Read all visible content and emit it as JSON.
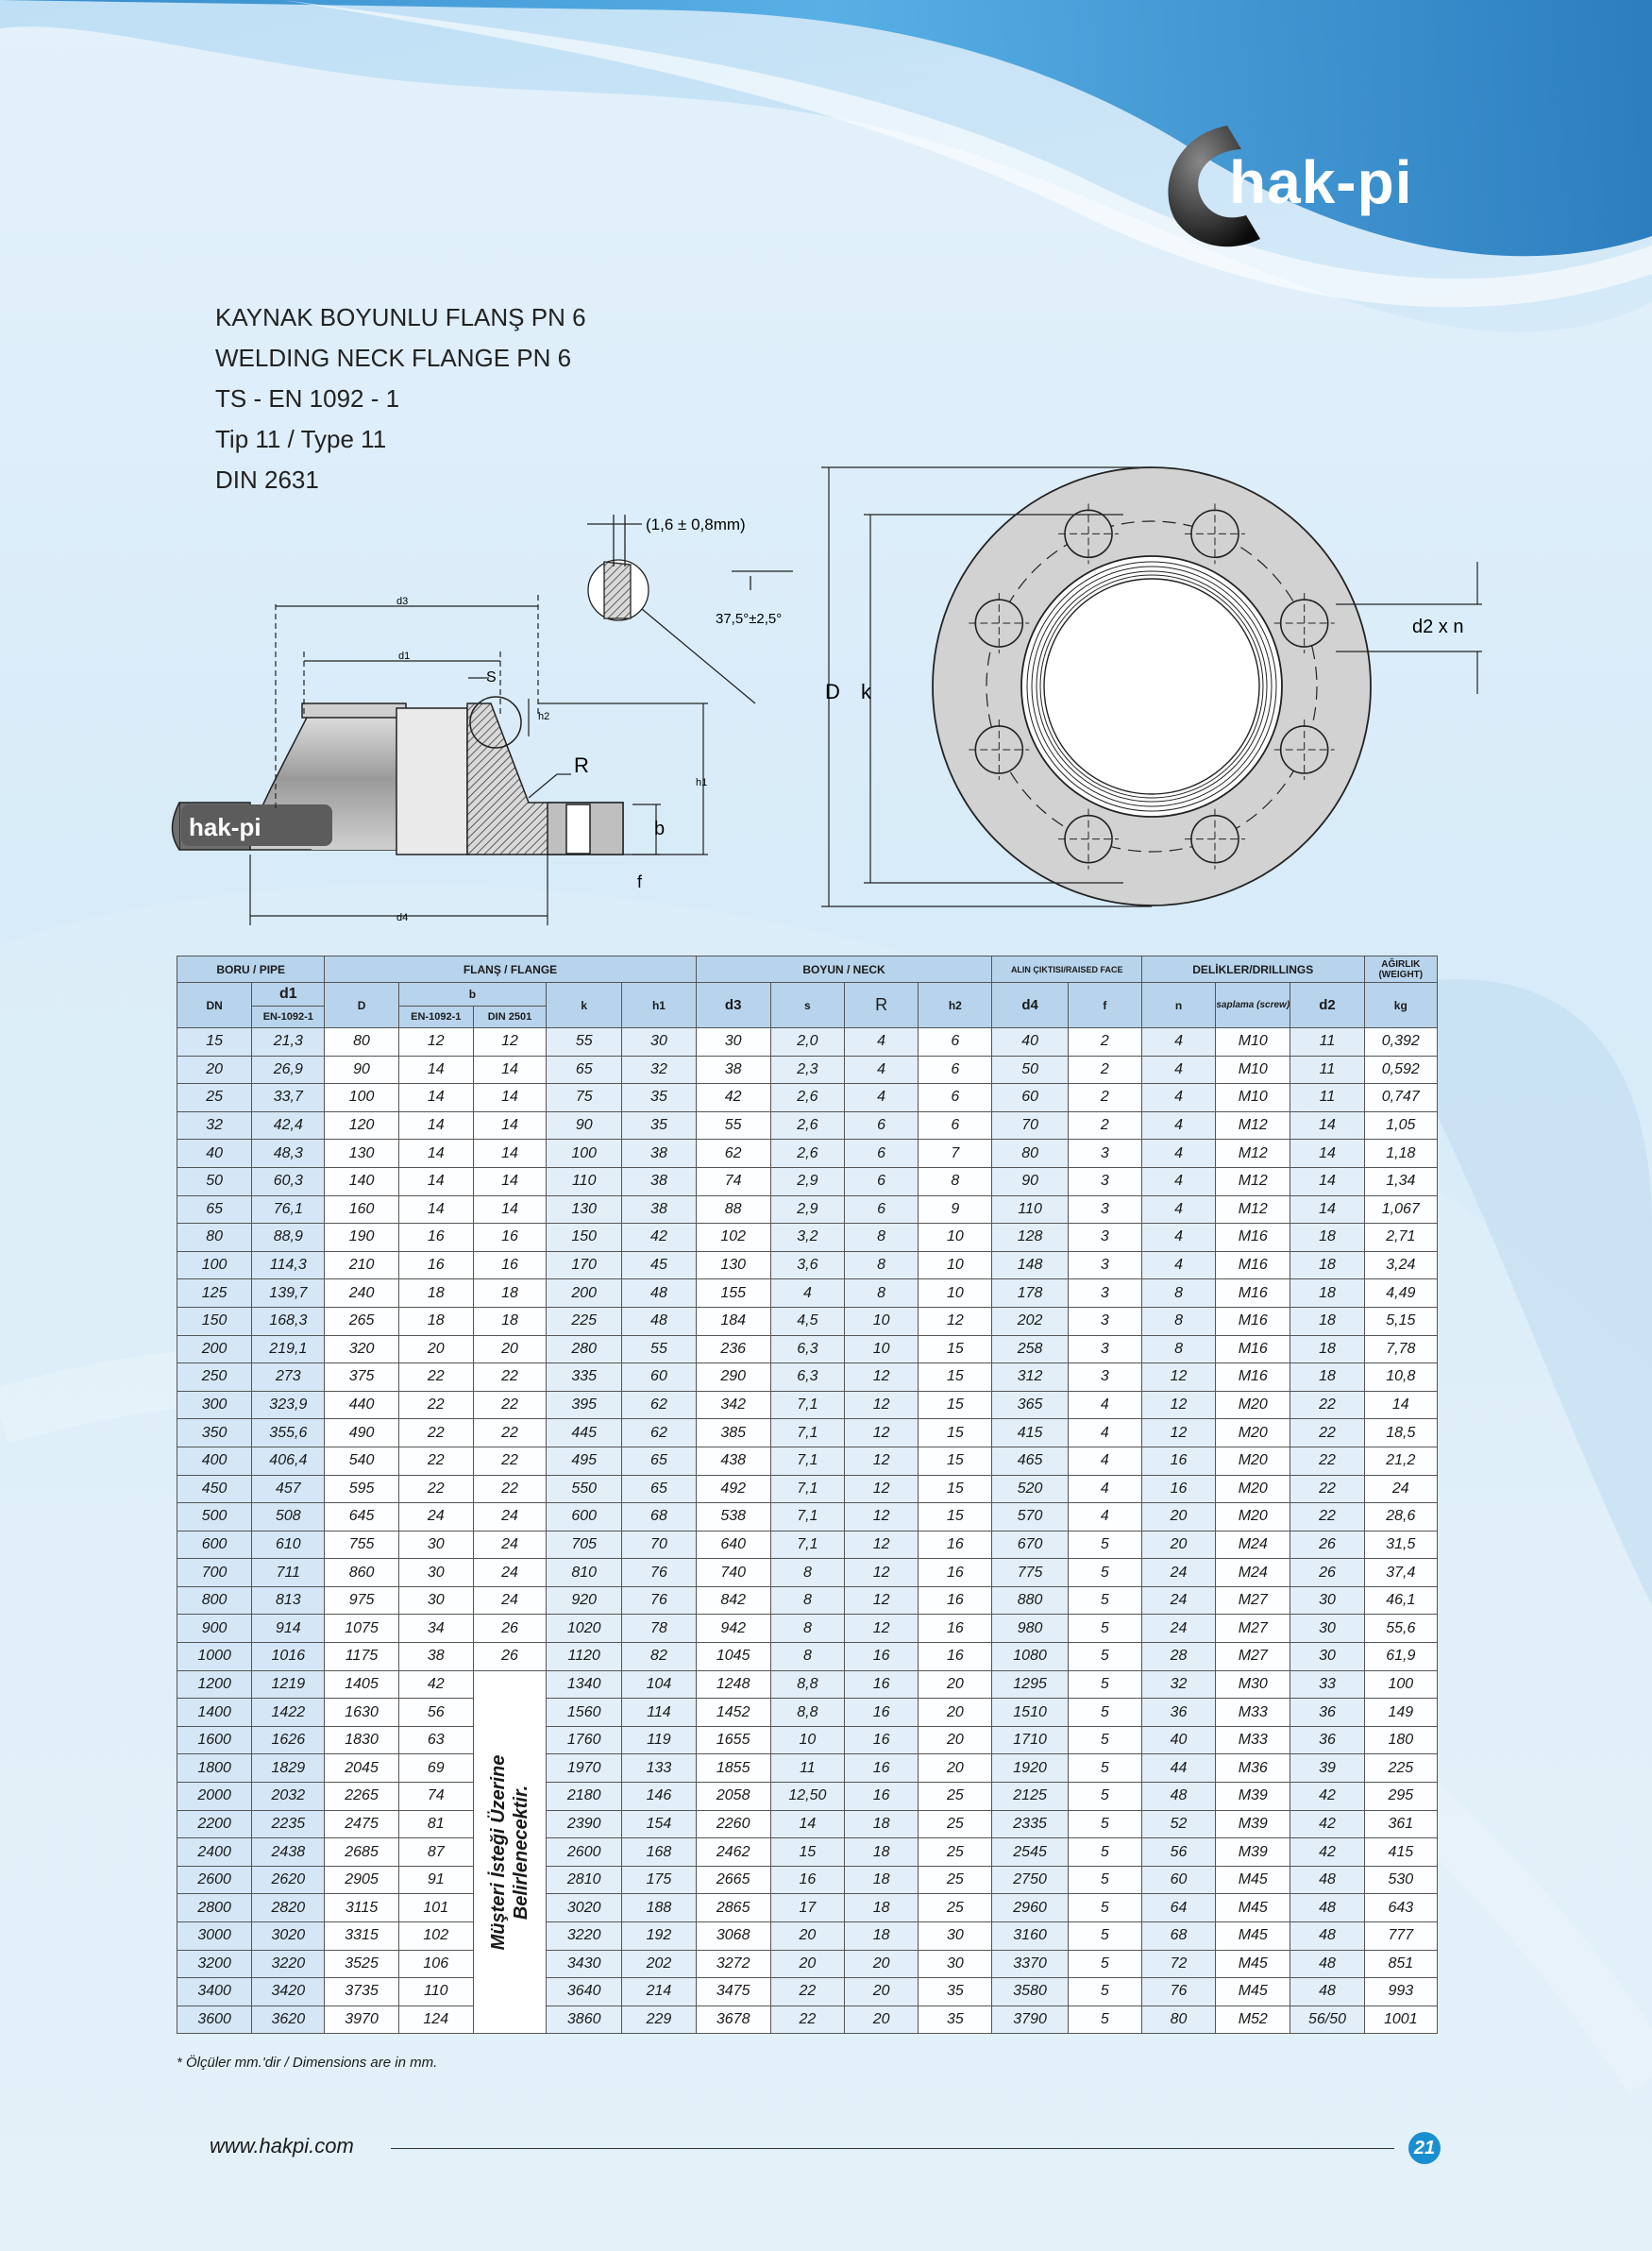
{
  "brand": {
    "name": "hak-pi",
    "colors": {
      "blue": "#1a8fd0",
      "table_header": "#b8d4ec"
    }
  },
  "titles": [
    "KAYNAK BOYUNLU FLANŞ PN 6",
    "WELDING NECK FLANGE PN 6",
    "TS - EN 1092 - 1",
    "Tip 11 / Type 11",
    "DIN 2631"
  ],
  "drawing_labels": {
    "tolerance": "(1,6 ± 0,8mm)",
    "angle": "37,5°±2,5°",
    "d3": "d3",
    "d1": "d1",
    "s": "S",
    "h2": "h2",
    "R": "R",
    "h1": "h1",
    "b": "b",
    "f": "f",
    "d4": "d4",
    "D": "D",
    "k": "k",
    "d2xn": "d2 x n",
    "badge": "hak-pi"
  },
  "table": {
    "group_headers": {
      "pipe": "BORU / PIPE",
      "flange": "FLANŞ / FLANGE",
      "neck": "BOYUN / NECK",
      "raised_face": "ALIN ÇIKTISI/RAISED FACE",
      "drillings": "DELİKLER/DRILLINGS",
      "weight": "AĞIRLIK (WEIGHT)"
    },
    "col_headers": {
      "DN": "DN",
      "d1": "d1",
      "d1_std": "EN-1092-1",
      "D": "D",
      "b": "b",
      "b_en": "EN-1092-1",
      "b_din": "DIN 2501",
      "k": "k",
      "h1": "h1",
      "d3": "d3",
      "s": "s",
      "R": "R",
      "h2": "h2",
      "d4": "d4",
      "f": "f",
      "n": "n",
      "screw": "saplama (screw)",
      "d2": "d2",
      "kg": "kg"
    },
    "merged_note": "Müşteri İsteği Üzerine Belirlenecektir.",
    "rows": [
      [
        "15",
        "21,3",
        "80",
        "12",
        "12",
        "55",
        "30",
        "30",
        "2,0",
        "4",
        "6",
        "40",
        "2",
        "4",
        "M10",
        "11",
        "0,392"
      ],
      [
        "20",
        "26,9",
        "90",
        "14",
        "14",
        "65",
        "32",
        "38",
        "2,3",
        "4",
        "6",
        "50",
        "2",
        "4",
        "M10",
        "11",
        "0,592"
      ],
      [
        "25",
        "33,7",
        "100",
        "14",
        "14",
        "75",
        "35",
        "42",
        "2,6",
        "4",
        "6",
        "60",
        "2",
        "4",
        "M10",
        "11",
        "0,747"
      ],
      [
        "32",
        "42,4",
        "120",
        "14",
        "14",
        "90",
        "35",
        "55",
        "2,6",
        "6",
        "6",
        "70",
        "2",
        "4",
        "M12",
        "14",
        "1,05"
      ],
      [
        "40",
        "48,3",
        "130",
        "14",
        "14",
        "100",
        "38",
        "62",
        "2,6",
        "6",
        "7",
        "80",
        "3",
        "4",
        "M12",
        "14",
        "1,18"
      ],
      [
        "50",
        "60,3",
        "140",
        "14",
        "14",
        "110",
        "38",
        "74",
        "2,9",
        "6",
        "8",
        "90",
        "3",
        "4",
        "M12",
        "14",
        "1,34"
      ],
      [
        "65",
        "76,1",
        "160",
        "14",
        "14",
        "130",
        "38",
        "88",
        "2,9",
        "6",
        "9",
        "110",
        "3",
        "4",
        "M12",
        "14",
        "1,067"
      ],
      [
        "80",
        "88,9",
        "190",
        "16",
        "16",
        "150",
        "42",
        "102",
        "3,2",
        "8",
        "10",
        "128",
        "3",
        "4",
        "M16",
        "18",
        "2,71"
      ],
      [
        "100",
        "114,3",
        "210",
        "16",
        "16",
        "170",
        "45",
        "130",
        "3,6",
        "8",
        "10",
        "148",
        "3",
        "4",
        "M16",
        "18",
        "3,24"
      ],
      [
        "125",
        "139,7",
        "240",
        "18",
        "18",
        "200",
        "48",
        "155",
        "4",
        "8",
        "10",
        "178",
        "3",
        "8",
        "M16",
        "18",
        "4,49"
      ],
      [
        "150",
        "168,3",
        "265",
        "18",
        "18",
        "225",
        "48",
        "184",
        "4,5",
        "10",
        "12",
        "202",
        "3",
        "8",
        "M16",
        "18",
        "5,15"
      ],
      [
        "200",
        "219,1",
        "320",
        "20",
        "20",
        "280",
        "55",
        "236",
        "6,3",
        "10",
        "15",
        "258",
        "3",
        "8",
        "M16",
        "18",
        "7,78"
      ],
      [
        "250",
        "273",
        "375",
        "22",
        "22",
        "335",
        "60",
        "290",
        "6,3",
        "12",
        "15",
        "312",
        "3",
        "12",
        "M16",
        "18",
        "10,8"
      ],
      [
        "300",
        "323,9",
        "440",
        "22",
        "22",
        "395",
        "62",
        "342",
        "7,1",
        "12",
        "15",
        "365",
        "4",
        "12",
        "M20",
        "22",
        "14"
      ],
      [
        "350",
        "355,6",
        "490",
        "22",
        "22",
        "445",
        "62",
        "385",
        "7,1",
        "12",
        "15",
        "415",
        "4",
        "12",
        "M20",
        "22",
        "18,5"
      ],
      [
        "400",
        "406,4",
        "540",
        "22",
        "22",
        "495",
        "65",
        "438",
        "7,1",
        "12",
        "15",
        "465",
        "4",
        "16",
        "M20",
        "22",
        "21,2"
      ],
      [
        "450",
        "457",
        "595",
        "22",
        "22",
        "550",
        "65",
        "492",
        "7,1",
        "12",
        "15",
        "520",
        "4",
        "16",
        "M20",
        "22",
        "24"
      ],
      [
        "500",
        "508",
        "645",
        "24",
        "24",
        "600",
        "68",
        "538",
        "7,1",
        "12",
        "15",
        "570",
        "4",
        "20",
        "M20",
        "22",
        "28,6"
      ],
      [
        "600",
        "610",
        "755",
        "30",
        "24",
        "705",
        "70",
        "640",
        "7,1",
        "12",
        "16",
        "670",
        "5",
        "20",
        "M24",
        "26",
        "31,5"
      ],
      [
        "700",
        "711",
        "860",
        "30",
        "24",
        "810",
        "76",
        "740",
        "8",
        "12",
        "16",
        "775",
        "5",
        "24",
        "M24",
        "26",
        "37,4"
      ],
      [
        "800",
        "813",
        "975",
        "30",
        "24",
        "920",
        "76",
        "842",
        "8",
        "12",
        "16",
        "880",
        "5",
        "24",
        "M27",
        "30",
        "46,1"
      ],
      [
        "900",
        "914",
        "1075",
        "34",
        "26",
        "1020",
        "78",
        "942",
        "8",
        "12",
        "16",
        "980",
        "5",
        "24",
        "M27",
        "30",
        "55,6"
      ],
      [
        "1000",
        "1016",
        "1175",
        "38",
        "26",
        "1120",
        "82",
        "1045",
        "8",
        "16",
        "16",
        "1080",
        "5",
        "28",
        "M27",
        "30",
        "61,9"
      ],
      [
        "1200",
        "1219",
        "1405",
        "42",
        "",
        "1340",
        "104",
        "1248",
        "8,8",
        "16",
        "20",
        "1295",
        "5",
        "32",
        "M30",
        "33",
        "100"
      ],
      [
        "1400",
        "1422",
        "1630",
        "56",
        "",
        "1560",
        "114",
        "1452",
        "8,8",
        "16",
        "20",
        "1510",
        "5",
        "36",
        "M33",
        "36",
        "149"
      ],
      [
        "1600",
        "1626",
        "1830",
        "63",
        "",
        "1760",
        "119",
        "1655",
        "10",
        "16",
        "20",
        "1710",
        "5",
        "40",
        "M33",
        "36",
        "180"
      ],
      [
        "1800",
        "1829",
        "2045",
        "69",
        "",
        "1970",
        "133",
        "1855",
        "11",
        "16",
        "20",
        "1920",
        "5",
        "44",
        "M36",
        "39",
        "225"
      ],
      [
        "2000",
        "2032",
        "2265",
        "74",
        "",
        "2180",
        "146",
        "2058",
        "12,50",
        "16",
        "25",
        "2125",
        "5",
        "48",
        "M39",
        "42",
        "295"
      ],
      [
        "2200",
        "2235",
        "2475",
        "81",
        "",
        "2390",
        "154",
        "2260",
        "14",
        "18",
        "25",
        "2335",
        "5",
        "52",
        "M39",
        "42",
        "361"
      ],
      [
        "2400",
        "2438",
        "2685",
        "87",
        "",
        "2600",
        "168",
        "2462",
        "15",
        "18",
        "25",
        "2545",
        "5",
        "56",
        "M39",
        "42",
        "415"
      ],
      [
        "2600",
        "2620",
        "2905",
        "91",
        "",
        "2810",
        "175",
        "2665",
        "16",
        "18",
        "25",
        "2750",
        "5",
        "60",
        "M45",
        "48",
        "530"
      ],
      [
        "2800",
        "2820",
        "3115",
        "101",
        "",
        "3020",
        "188",
        "2865",
        "17",
        "18",
        "25",
        "2960",
        "5",
        "64",
        "M45",
        "48",
        "643"
      ],
      [
        "3000",
        "3020",
        "3315",
        "102",
        "",
        "3220",
        "192",
        "3068",
        "20",
        "18",
        "30",
        "3160",
        "5",
        "68",
        "M45",
        "48",
        "777"
      ],
      [
        "3200",
        "3220",
        "3525",
        "106",
        "",
        "3430",
        "202",
        "3272",
        "20",
        "20",
        "30",
        "3370",
        "5",
        "72",
        "M45",
        "48",
        "851"
      ],
      [
        "3400",
        "3420",
        "3735",
        "110",
        "",
        "3640",
        "214",
        "3475",
        "22",
        "20",
        "35",
        "3580",
        "5",
        "76",
        "M45",
        "48",
        "993"
      ],
      [
        "3600",
        "3620",
        "3970",
        "124",
        "",
        "3860",
        "229",
        "3678",
        "22",
        "20",
        "35",
        "3790",
        "5",
        "80",
        "M52",
        "56/50",
        "1001"
      ]
    ]
  },
  "footnote": "* Ölçüler mm.'dir / Dimensions are in mm.",
  "footer": {
    "url": "www.hakpi.com",
    "page": "21"
  }
}
